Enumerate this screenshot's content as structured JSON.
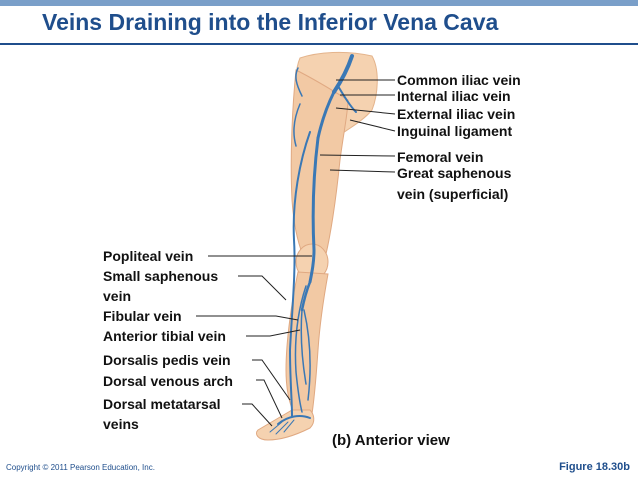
{
  "slide": {
    "title": "Veins Draining into the Inferior Vena Cava",
    "view_caption": "(b) Anterior view",
    "copyright": "Copyright © 2011 Pearson Education, Inc.",
    "figure_number": "Figure 18.30b"
  },
  "labels": {
    "right": [
      "Common iliac vein",
      "Internal iliac vein",
      "External iliac vein",
      "Inguinal ligament",
      "Femoral vein",
      "Great saphenous",
      "vein (superficial)"
    ],
    "left": [
      "Popliteal vein",
      "Small saphenous",
      "vein",
      "Fibular vein",
      "Anterior tibial vein",
      "Dorsalis pedis vein",
      "Dorsal venous arch",
      "Dorsal metatarsal",
      "veins"
    ]
  },
  "colors": {
    "title": "#1f4e8c",
    "skin": "#f2c9a4",
    "vein": "#3a78b5"
  }
}
